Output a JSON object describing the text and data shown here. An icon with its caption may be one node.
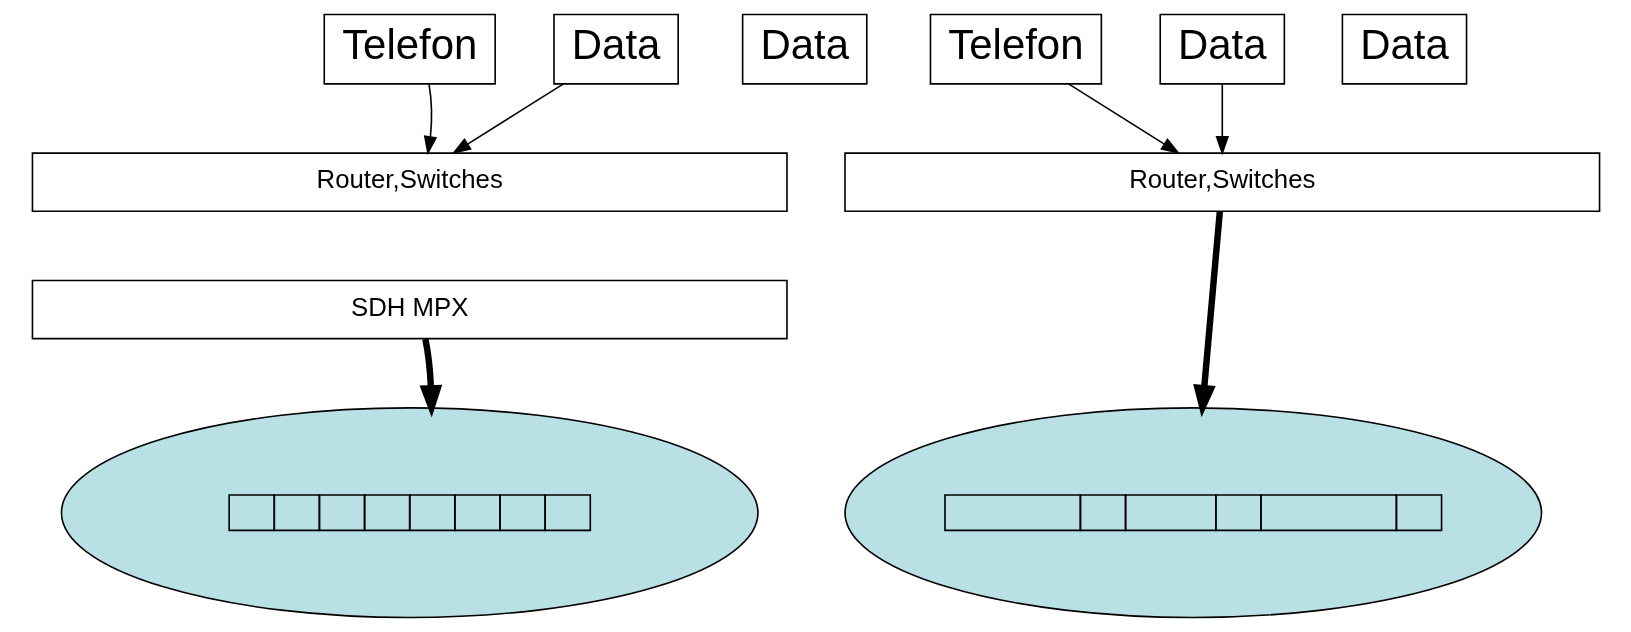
{
  "diagram": {
    "nodes": [
      {
        "text": [
          "Telefon"
        ]
      },
      {
        "text": [
          "Data"
        ]
      },
      {
        "text": [
          "Data"
        ]
      },
      {
        "text": [
          "Router,Switches"
        ]
      },
      {
        "text": [
          "SDH MPX"
        ]
      },
      {
        "text": [],
        "shape": "ellipse"
      },
      {
        "text": [
          "Telefon"
        ]
      },
      {
        "text": [
          "Data"
        ]
      },
      {
        "text": [
          "Data"
        ]
      },
      {
        "text": [
          "Router,Switches"
        ]
      },
      {
        "text": [],
        "shape": "ellipse"
      }
    ],
    "edges": [
      {
        "from": 0,
        "to": 3,
        "arrow": "to"
      },
      {
        "from": 1,
        "to": 3,
        "arrow": "to"
      },
      {
        "from": 4,
        "to": 5,
        "arrow": "to",
        "style": "thick"
      },
      {
        "from": 6,
        "to": 9,
        "arrow": "to"
      },
      {
        "from": 7,
        "to": 9,
        "arrow": "to"
      },
      {
        "from": 9,
        "to": 10,
        "arrow": "to",
        "style": "thick"
      }
    ]
  }
}
